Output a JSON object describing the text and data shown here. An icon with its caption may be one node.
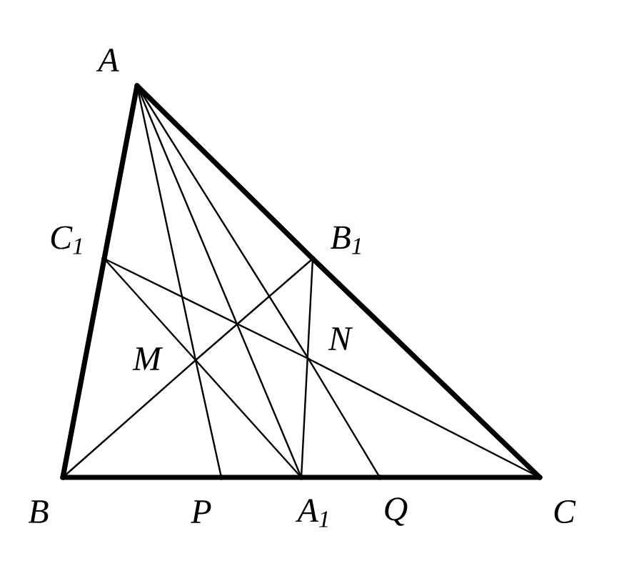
{
  "diagram": {
    "nodes": [
      {
        "text": [
          "A"
        ]
      },
      {
        "text": [
          "B"
        ]
      },
      {
        "text": [
          "C"
        ]
      },
      {
        "text": [
          "C$_{1}$"
        ]
      },
      {
        "text": [
          "B$_{1}$"
        ]
      },
      {
        "text": [
          "M"
        ]
      },
      {
        "text": [
          "N"
        ]
      },
      {
        "text": [
          "P"
        ]
      },
      {
        "text": [
          "A$_{1}$"
        ]
      },
      {
        "text": [
          "Q"
        ]
      }
    ],
    "edges": [
      {
        "from": 0,
        "to": 3,
        "arrow": "none",
        "style": "thick"
      },
      {
        "from": 3,
        "to": 1,
        "arrow": "none",
        "style": "thick"
      },
      {
        "from": 1,
        "to": 7,
        "arrow": "none",
        "style": "thick"
      },
      {
        "from": 7,
        "to": 8,
        "arrow": "none",
        "style": "thick"
      },
      {
        "from": 8,
        "to": 9,
        "arrow": "none",
        "style": "thick"
      },
      {
        "from": 9,
        "to": 2,
        "arrow": "none",
        "style": "thick"
      },
      {
        "from": 2,
        "to": 4,
        "arrow": "none",
        "style": "thick"
      },
      {
        "from": 4,
        "to": 0,
        "arrow": "none",
        "style": "thick"
      },
      {
        "from": 0,
        "to": 5,
        "arrow": "none"
      },
      {
        "from": 5,
        "to": 7,
        "arrow": "none"
      },
      {
        "from": 0,
        "to": 8,
        "arrow": "none"
      },
      {
        "from": 0,
        "to": 6,
        "arrow": "none"
      },
      {
        "from": 6,
        "to": 9,
        "arrow": "none"
      },
      {
        "from": 1,
        "to": 5,
        "arrow": "none"
      },
      {
        "from": 5,
        "to": 4,
        "arrow": "none"
      },
      {
        "from": 2,
        "to": 6,
        "arrow": "none"
      },
      {
        "from": 6,
        "to": 3,
        "arrow": "none"
      },
      {
        "from": 3,
        "to": 8,
        "arrow": "none"
      },
      {
        "from": 4,
        "to": 8,
        "arrow": "none"
      }
    ]
  }
}
